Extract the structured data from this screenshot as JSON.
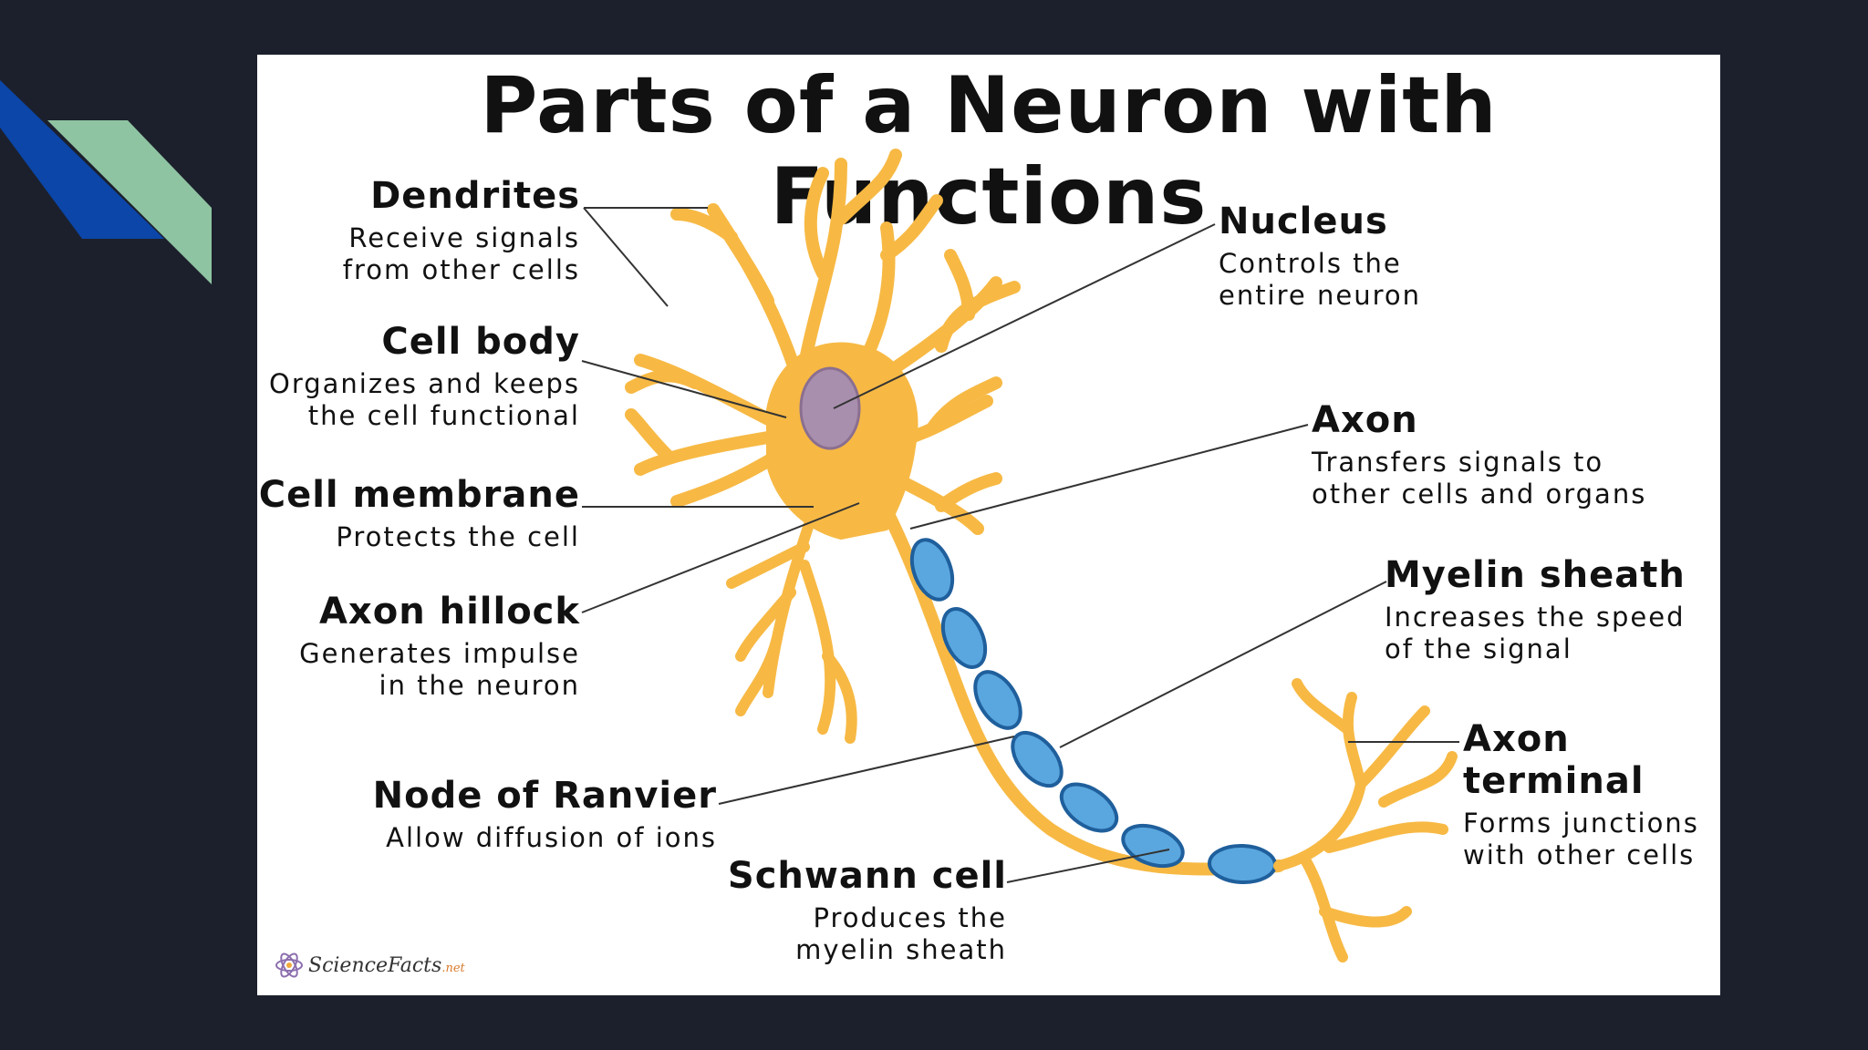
{
  "title": "Parts of a Neuron with Functions",
  "labels": {
    "dendrites": {
      "name": "Dendrites",
      "desc": [
        "Receive signals",
        "from other cells"
      ]
    },
    "cell_body": {
      "name": "Cell body",
      "desc": [
        "Organizes and keeps",
        "the cell functional"
      ]
    },
    "cell_membrane": {
      "name": "Cell membrane",
      "desc": [
        "Protects the cell"
      ]
    },
    "axon_hillock": {
      "name": "Axon hillock",
      "desc": [
        "Generates impulse",
        "in the neuron"
      ]
    },
    "node_of_ranvier": {
      "name": "Node of Ranvier",
      "desc": [
        "Allow diffusion of ions"
      ]
    },
    "schwann_cell": {
      "name": "Schwann cell",
      "desc": [
        "Produces the",
        "myelin sheath"
      ]
    },
    "nucleus": {
      "name": "Nucleus",
      "desc": [
        "Controls the",
        "entire neuron"
      ]
    },
    "axon": {
      "name": "Axon",
      "desc": [
        "Transfers signals to",
        "other cells and organs"
      ]
    },
    "myelin_sheath": {
      "name": "Myelin sheath",
      "desc": [
        "Increases the speed",
        "of the signal"
      ]
    },
    "axon_terminal": {
      "name": [
        "Axon",
        "terminal"
      ],
      "desc": [
        "Forms junctions",
        "with other cells"
      ]
    }
  },
  "logo": {
    "text": "ScienceFacts",
    "suffix": ".net"
  },
  "colors": {
    "background": "#1c202c",
    "accent_blue": "#0b46a8",
    "accent_green": "#8fc4a2",
    "neuron_body": "#f7b944",
    "neuron_outline": "#c98a1e",
    "nucleus": "#a98fae",
    "myelin": "#5aa7df",
    "myelin_dark": "#1f5f9c"
  }
}
